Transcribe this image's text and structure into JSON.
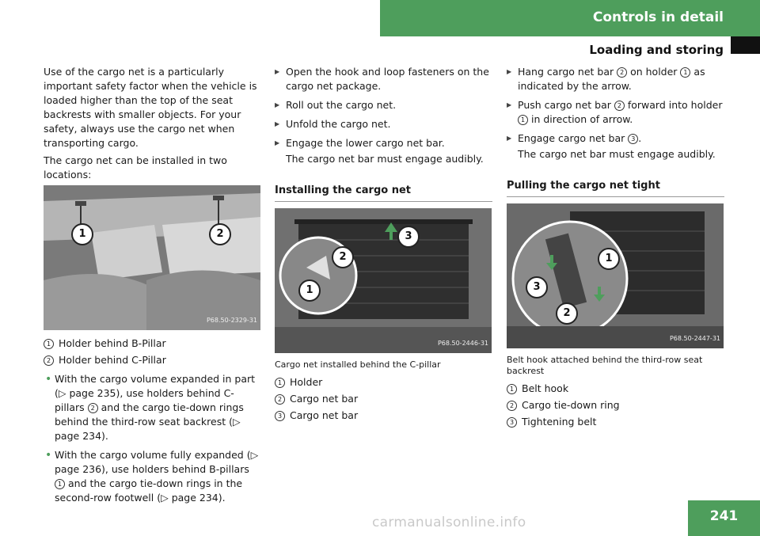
{
  "header": {
    "title": "Controls in detail",
    "subtitle": "Loading and storing"
  },
  "col1": {
    "intro": "Use of the cargo net is a particularly important safety factor when the vehicle is loaded higher than the top of the seat backrests with smaller objects. For your safety, always use the cargo net when transporting cargo.",
    "locations": "The cargo net can be installed in two locations:",
    "image_code": "P68.50-2329-31",
    "legend": [
      {
        "n": "1",
        "text": "Holder behind B-Pillar"
      },
      {
        "n": "2",
        "text": "Holder behind C-Pillar"
      }
    ],
    "bullet1": {
      "a": "With the cargo volume expanded in part (▷ page 235), use holders behind C-pillars",
      "n": "2",
      "b": "and the cargo tie-down rings behind the third-row seat backrest (▷ page 234)."
    },
    "bullet2": {
      "a": "With the cargo volume fully expanded (▷ page 236), use holders behind B-pillars",
      "n": "1",
      "b": "and the cargo tie-down rings in the second-row footwell (▷ page 234)."
    }
  },
  "col2": {
    "steps": [
      "Open the hook and loop fasteners on the cargo net package.",
      "Roll out the cargo net.",
      "Unfold the cargo net.",
      "Engage the lower cargo net bar."
    ],
    "note": "The cargo net bar must engage audibly.",
    "heading": "Installing the cargo net",
    "image_code": "P68.50-2446-31",
    "caption": "Cargo net installed behind the C-pillar",
    "legend": [
      {
        "n": "1",
        "text": "Holder"
      },
      {
        "n": "2",
        "text": "Cargo net bar"
      },
      {
        "n": "3",
        "text": "Cargo net bar"
      }
    ]
  },
  "col3": {
    "step1": {
      "a": "Hang cargo net bar",
      "n1": "2",
      "b": "on holder",
      "n2": "1",
      "c": "as indicated by the arrow."
    },
    "step2": {
      "a": "Push cargo net bar",
      "n1": "2",
      "b": "forward into holder",
      "n2": "1",
      "c": "in direction of arrow."
    },
    "step3": {
      "a": "Engage cargo net bar",
      "n1": "3",
      "b": "."
    },
    "note": "The cargo net bar must engage audibly.",
    "heading": "Pulling the cargo net tight",
    "image_code": "P68.50-2447-31",
    "caption": "Belt hook attached behind the third-row seat backrest",
    "legend": [
      {
        "n": "1",
        "text": "Belt hook"
      },
      {
        "n": "2",
        "text": "Cargo tie-down ring"
      },
      {
        "n": "3",
        "text": "Tightening belt"
      }
    ]
  },
  "page_number": "241",
  "watermark": "carmanualsonline.info"
}
